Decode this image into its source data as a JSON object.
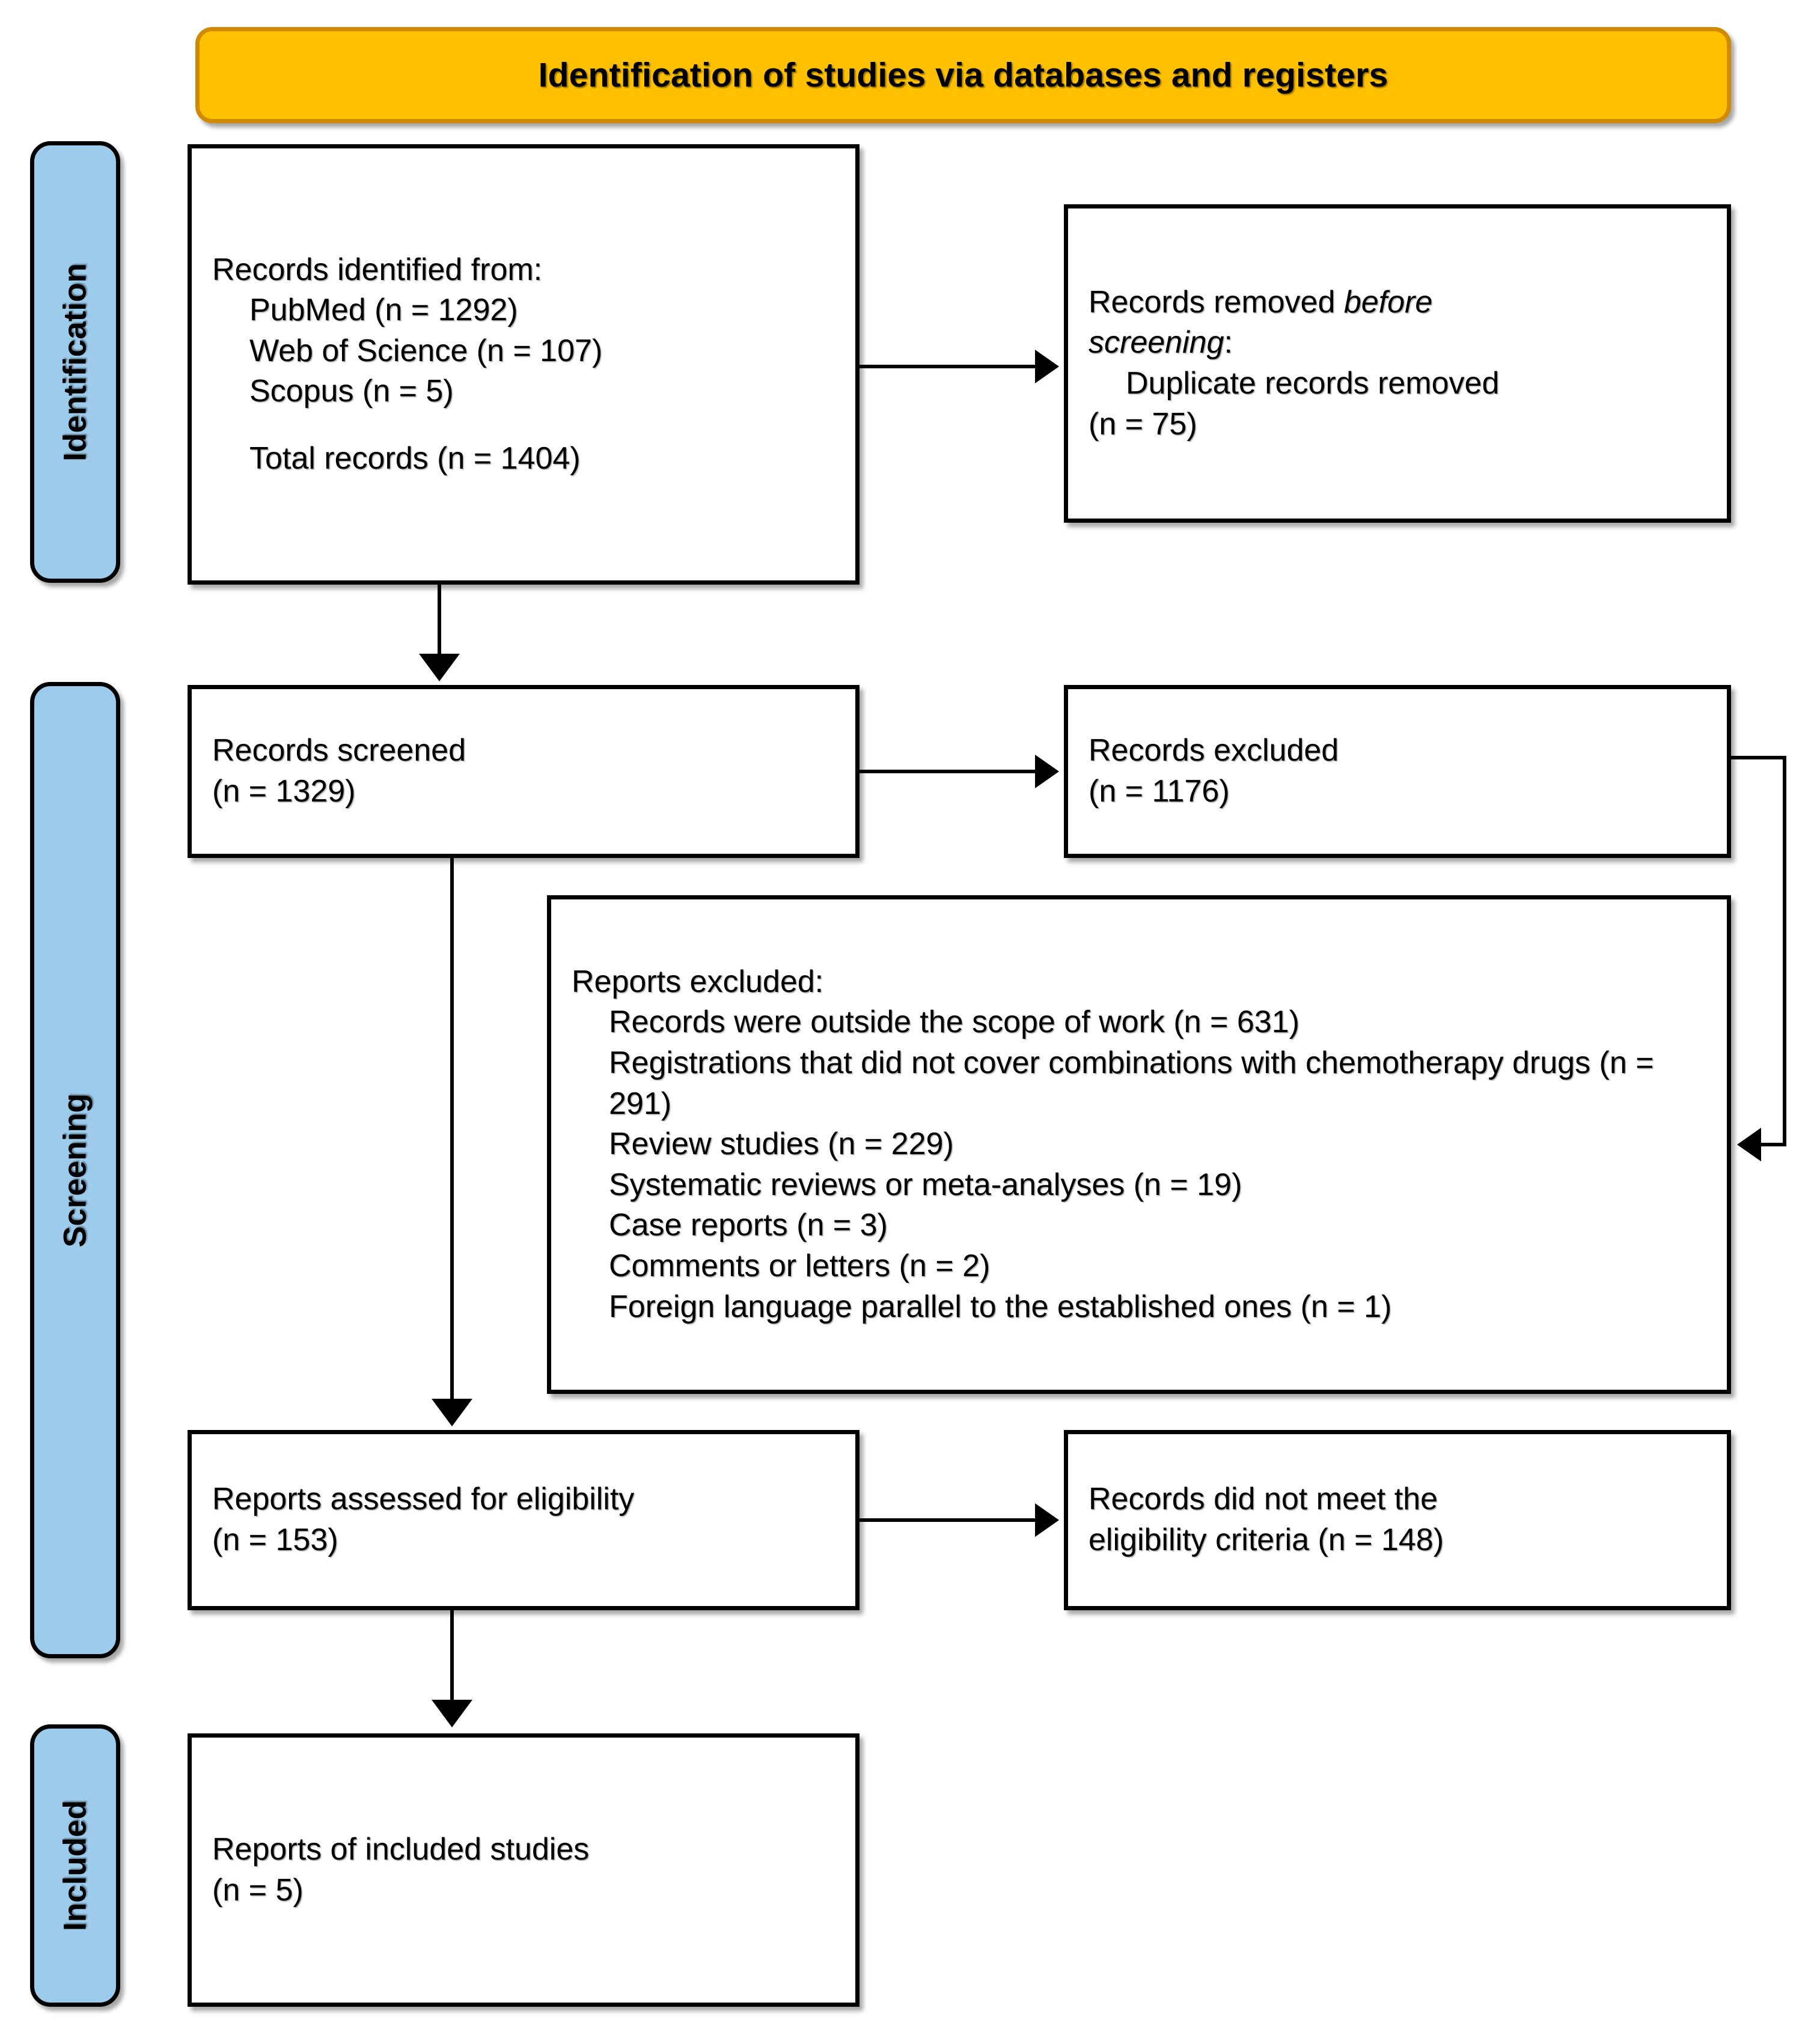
{
  "header": {
    "title": "Identification of studies via databases and registers"
  },
  "colors": {
    "header_fill": "#FFC000",
    "header_border": "#D08A00",
    "stage_fill": "#9DCBEB",
    "box_border": "#000000",
    "box_fill": "#FFFFFF",
    "text": "#000000"
  },
  "stages": [
    {
      "id": "identification",
      "label": "Identification"
    },
    {
      "id": "screening",
      "label": "Screening"
    },
    {
      "id": "included",
      "label": "Included"
    }
  ],
  "boxes": {
    "identified": {
      "heading": "Records identified from:",
      "sources": [
        "PubMed (n = 1292)",
        "Web of Science (n = 107)",
        "Scopus (n = 5)"
      ],
      "total": "Total records (n = 1404)"
    },
    "removed_before_screening": {
      "heading_prefix": "Records removed ",
      "heading_italic": "before",
      "heading_italic2": "screening",
      "heading_suffix": ":",
      "items": [
        "Duplicate records removed",
        "(n = 75)"
      ]
    },
    "records_screened": {
      "label": "Records screened",
      "count": "(n = 1329)"
    },
    "records_excluded": {
      "label": "Records excluded",
      "count": "(n = 1176)"
    },
    "reports_excluded": {
      "heading": "Reports excluded:",
      "reasons": [
        "Records were outside the scope of work (n = 631)",
        "Registrations that did not cover combinations with chemotherapy drugs (n = 291)",
        "Review studies (n = 229)",
        "Systematic reviews or meta-analyses (n = 19)",
        "Case reports (n = 3)",
        "Comments or letters (n = 2)",
        "Foreign language parallel to the established ones (n = 1)"
      ]
    },
    "reports_assessed": {
      "label": "Reports assessed for eligibility",
      "count": "(n = 153)"
    },
    "not_meet_criteria": {
      "line1": "Records did not meet the",
      "line2": "eligibility criteria (n = 148)"
    },
    "reports_included": {
      "label": "Reports of included studies",
      "count": "(n = 5)"
    }
  },
  "chart_data": {
    "type": "diagram",
    "title": "Identification of studies via databases and registers",
    "nodes": [
      {
        "id": "identified",
        "stage": "Identification",
        "label": "Records identified from",
        "values": {
          "PubMed": 1292,
          "Web of Science": 107,
          "Scopus": 5,
          "Total records": 1404
        }
      },
      {
        "id": "removed_before_screening",
        "stage": "Identification",
        "label": "Records removed before screening",
        "values": {
          "Duplicate records removed": 75
        }
      },
      {
        "id": "records_screened",
        "stage": "Screening",
        "label": "Records screened",
        "values": {
          "n": 1329
        }
      },
      {
        "id": "records_excluded",
        "stage": "Screening",
        "label": "Records excluded",
        "values": {
          "n": 1176
        }
      },
      {
        "id": "reports_excluded",
        "stage": "Screening",
        "label": "Reports excluded",
        "values": {
          "Records were outside the scope of work": 631,
          "Registrations that did not cover combinations with chemotherapy drugs": 291,
          "Review studies": 229,
          "Systematic reviews or meta-analyses": 19,
          "Case reports": 3,
          "Comments or letters": 2,
          "Foreign language parallel to the established ones": 1
        }
      },
      {
        "id": "reports_assessed",
        "stage": "Screening",
        "label": "Reports assessed for eligibility",
        "values": {
          "n": 153
        }
      },
      {
        "id": "not_meet_criteria",
        "stage": "Screening",
        "label": "Records did not meet the eligibility criteria",
        "values": {
          "n": 148
        }
      },
      {
        "id": "reports_included",
        "stage": "Included",
        "label": "Reports of included studies",
        "values": {
          "n": 5
        }
      }
    ],
    "edges": [
      {
        "from": "identified",
        "to": "removed_before_screening",
        "direction": "right"
      },
      {
        "from": "identified",
        "to": "records_screened",
        "direction": "down"
      },
      {
        "from": "records_screened",
        "to": "records_excluded",
        "direction": "right"
      },
      {
        "from": "records_excluded",
        "to": "reports_excluded",
        "direction": "down-left"
      },
      {
        "from": "records_screened",
        "to": "reports_assessed",
        "direction": "down"
      },
      {
        "from": "reports_assessed",
        "to": "not_meet_criteria",
        "direction": "right"
      },
      {
        "from": "reports_assessed",
        "to": "reports_included",
        "direction": "down"
      }
    ]
  }
}
